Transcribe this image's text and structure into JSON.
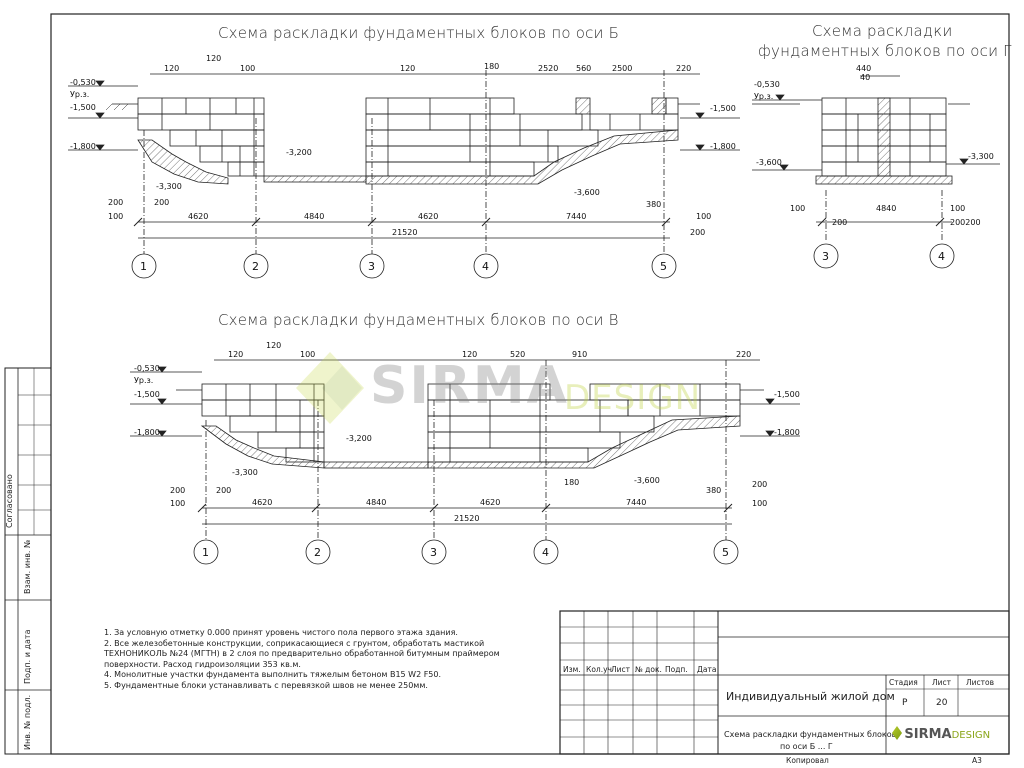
{
  "sheet": {
    "title_b": "Схема раскладки фундаментных блоков по оси  Б",
    "title_g_line1": "Схема раскладки",
    "title_g_line2": "фундаментных блоков по оси Г",
    "title_v": "Схема раскладки фундаментных блоков по оси  В"
  },
  "axis_b": {
    "dims_top": [
      "120",
      "120",
      "100",
      "120",
      "180",
      "2520",
      "560",
      "2500",
      "220"
    ],
    "levels": [
      "-0,530",
      "Ур.з.",
      "-1,500",
      "-1,800",
      "-3,200",
      "-3,300",
      "-3,600",
      "-1,500",
      "-1,800"
    ],
    "dims_bottom": [
      "200",
      "200",
      "100",
      "4620",
      "4840",
      "4620",
      "7440",
      "380",
      "100",
      "200"
    ],
    "total": "21520",
    "axes": [
      "1",
      "2",
      "3",
      "4",
      "5"
    ]
  },
  "axis_g": {
    "dims_top": [
      "440",
      "40"
    ],
    "levels": [
      "-0,530",
      "Ур.з.",
      "-3,600",
      "-3,300"
    ],
    "dims_bottom": [
      "100",
      "200",
      "4840",
      "100",
      "200200"
    ],
    "axes": [
      "3",
      "4"
    ]
  },
  "axis_v": {
    "dims_top": [
      "120",
      "120",
      "100",
      "120",
      "520",
      "910",
      "220"
    ],
    "levels": [
      "-0,530",
      "Ур.з.",
      "-1,500",
      "-1,800",
      "-3,200",
      "-3,300",
      "-3,600",
      "-1,500",
      "-1,800"
    ],
    "dims_bottom": [
      "200",
      "100",
      "200",
      "4620",
      "4840",
      "4620",
      "180",
      "7440",
      "380",
      "200",
      "100"
    ],
    "total": "21520",
    "axes": [
      "1",
      "2",
      "3",
      "4",
      "5"
    ]
  },
  "notes": [
    "1. За условную отметку 0.000 принят уровень чистого пола первого этажа здания.",
    "2. Все железобетонные конструкции, соприкасающиеся с грунтом, обработать мастикой",
    "ТЕХНОНИКОЛЬ №24 (МГТН) в 2 слоя по предварительно обработанной битумным праймером",
    "поверхности. Расход гидроизоляции 353 кв.м.",
    "4. Монолитные участки фундамента выполнить тяжелым бетоном В15 W2 F50.",
    "5. Фундаментные блоки устанавливать с перевязкой швов не менее 250мм."
  ],
  "side_stamp": {
    "soglasovano": "Согласовано",
    "vzam": "Взам. инв. №",
    "podp": "Подп. и дата",
    "inv": "Инв. № подл."
  },
  "title_block": {
    "headers": [
      "Изм.",
      "Кол.уч",
      "Лист",
      "№ док.",
      "Подп.",
      "Дата"
    ],
    "project": "Индивидуальный жилой дом",
    "sheet_name_line1": "Схема раскладки фундаментных блоков",
    "sheet_name_line2": "по оси Б ... Г",
    "stage_label": "Стадия",
    "sheet_label": "Лист",
    "sheets_label": "Листов",
    "stage": "Р",
    "sheet_no": "20",
    "logo_sirma": "SIRMA",
    "logo_design": "DESIGN",
    "copied": "Копировал",
    "format": "А3"
  },
  "watermark": {
    "sirma": "SIRMA",
    "design": "DESIGN"
  }
}
